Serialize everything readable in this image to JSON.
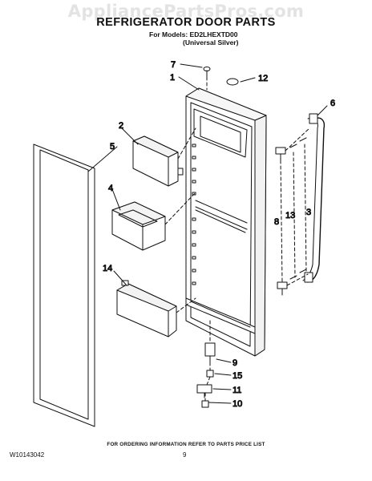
{
  "header": {
    "watermark": "AppliancePartsPros.com",
    "title": "REFRIGERATOR DOOR PARTS",
    "models_line": "For Models: ED2LHEXTD00",
    "color_line": "(Universal Silver)"
  },
  "callouts": [
    {
      "id": "c1",
      "label": "1"
    },
    {
      "id": "c2",
      "label": "2"
    },
    {
      "id": "c3",
      "label": "3"
    },
    {
      "id": "c4",
      "label": "4"
    },
    {
      "id": "c5",
      "label": "5"
    },
    {
      "id": "c6",
      "label": "6"
    },
    {
      "id": "c7",
      "label": "7"
    },
    {
      "id": "c8",
      "label": "8"
    },
    {
      "id": "c9",
      "label": "9"
    },
    {
      "id": "c10",
      "label": "10"
    },
    {
      "id": "c11",
      "label": "11"
    },
    {
      "id": "c12",
      "label": "12"
    },
    {
      "id": "c13",
      "label": "13"
    },
    {
      "id": "c14",
      "label": "14"
    },
    {
      "id": "c15",
      "label": "15"
    }
  ],
  "footer": {
    "note": "FOR ORDERING INFORMATION REFER TO PARTS PRICE LIST",
    "doc_number": "W10143042",
    "page_number": "9"
  }
}
